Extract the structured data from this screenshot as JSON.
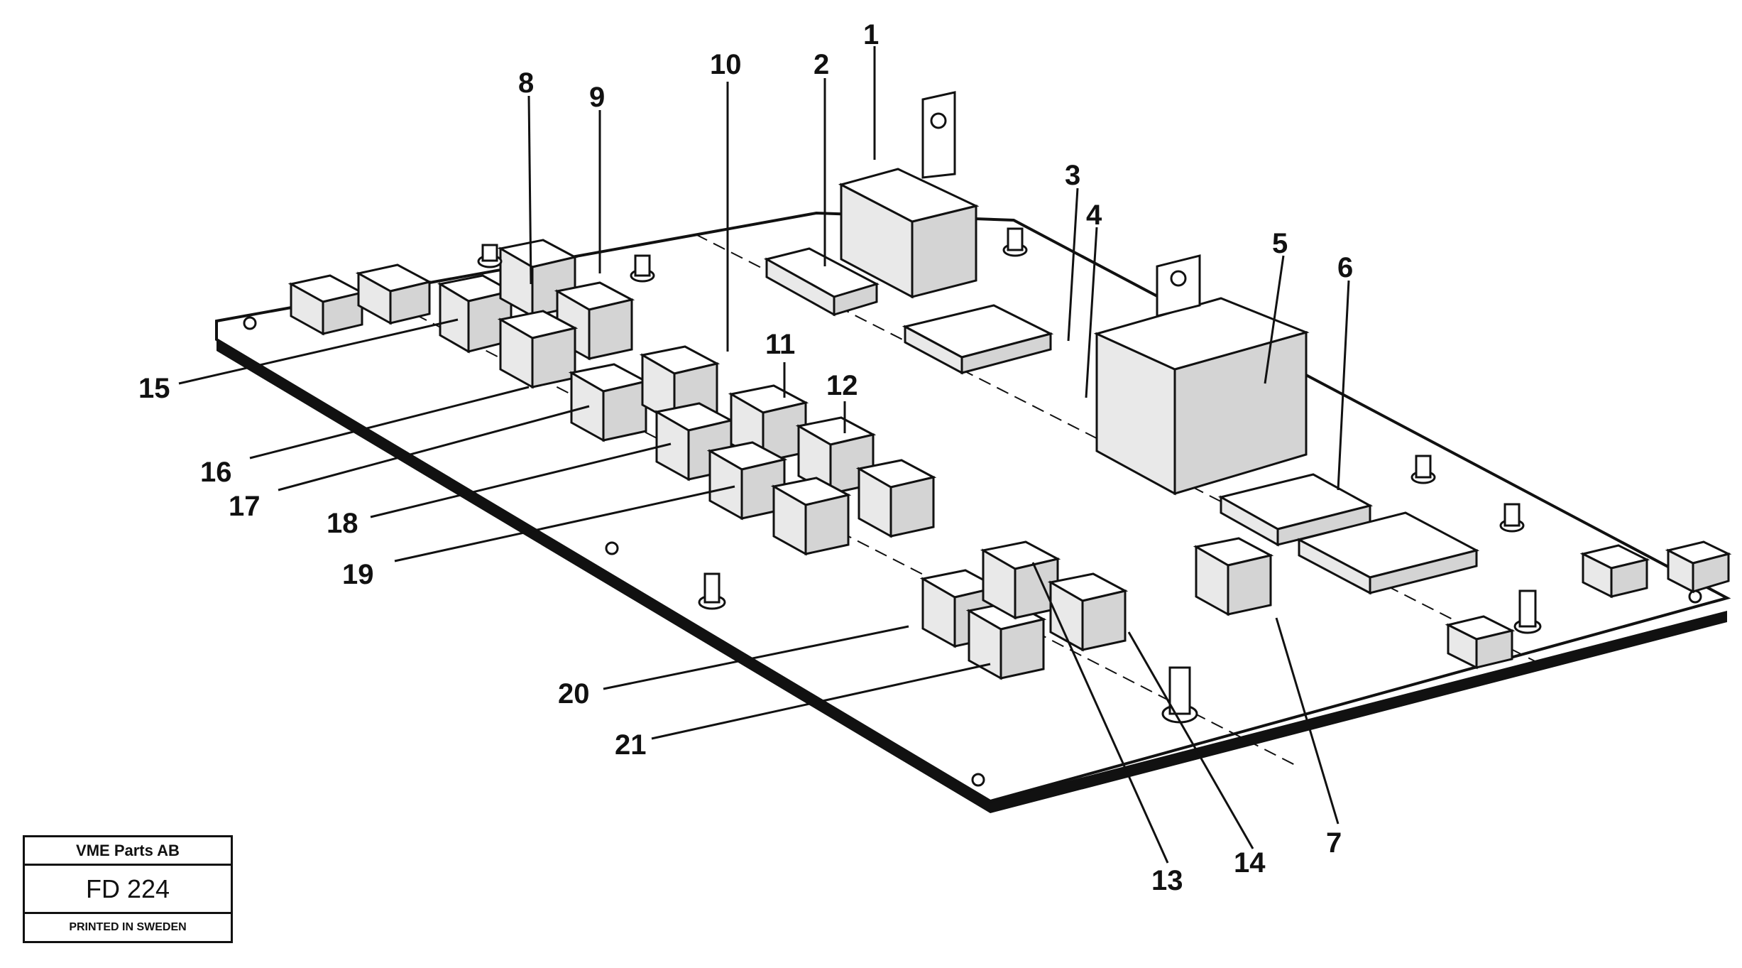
{
  "title_block": {
    "company": "VME Parts AB",
    "code": "FD 224",
    "printed": "PRINTED IN SWEDEN"
  },
  "callouts": {
    "c1": "1",
    "c2": "2",
    "c3": "3",
    "c4": "4",
    "c5": "5",
    "c6": "6",
    "c7": "7",
    "c8": "8",
    "c9": "9",
    "c10": "10",
    "c11": "11",
    "c12": "12",
    "c13": "13",
    "c14": "14",
    "c15": "15",
    "c16": "16",
    "c17": "17",
    "c18": "18",
    "c19": "19",
    "c20": "20",
    "c21": "21"
  }
}
